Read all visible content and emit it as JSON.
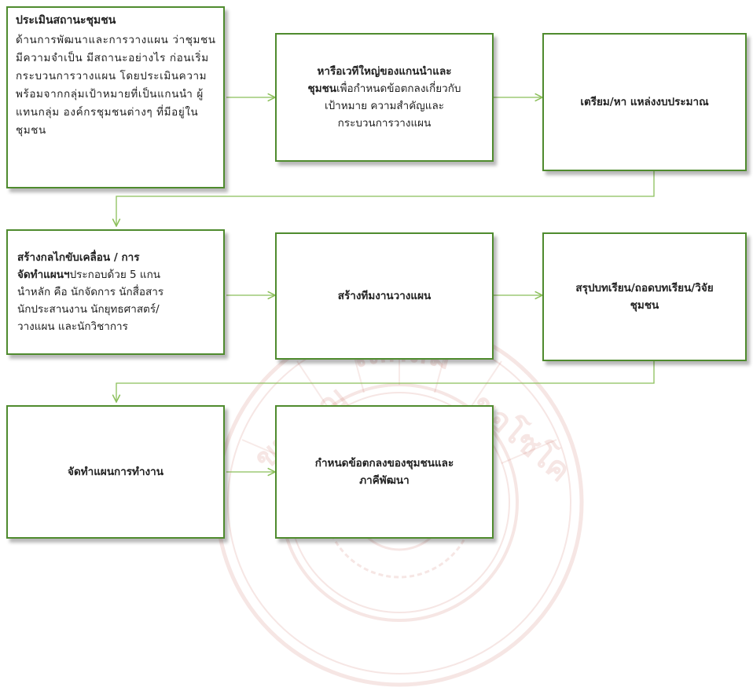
{
  "watermark": {
    "text_top": "โลกสม",
    "text_left": "ขุนหาญ",
    "text_right": "ขอโซโค",
    "color": "#b8412f"
  },
  "colors": {
    "box_border": "#4f8b2e",
    "arrow": "#8bbf5a"
  },
  "nodes": {
    "assess": {
      "title": "ประเมินสถานะชุมชน",
      "body": "ด้านการพัฒนาและการวางแผน ว่าชุมชนมีความจำเป็น มีสถานะอย่างไร ก่อนเริ่มกระบวนการวางแผน โดยประเมินความพร้อมจากกลุ่มเป้าหมายที่เป็นแกนนำ ผู้แทนกลุ่ม องค์กรชุมชนต่างๆ ที่มีอยู่ในชุมชน"
    },
    "consult": {
      "bold_line1": "หารือเวทีใหญ่ของแกนนำและ",
      "bold_line2": "ชุมชน",
      "text_line2": "เพื่อกำหนดข้อตกลงเกี่ยวกับ",
      "line3": "เป้าหมาย ความสำคัญและ",
      "line4": "กระบวนการวางแผน"
    },
    "budget": {
      "label": "เตรียม/หา แหล่งงบประมาณ"
    },
    "mechanism": {
      "bold_line1": "สร้างกลไกขับเคลื่อน / การ",
      "bold_line2": "จัดทำแผนฯ",
      "text_line2": "ประกอบด้วย 5 แกน",
      "line3": "นำหลัก คือ นักจัดการ นักสื่อสาร",
      "line4": "นักประสานงาน นักยุทธศาสตร์/",
      "line5": "วางแผน และนักวิชาการ"
    },
    "team": {
      "label": "สร้างทีมงานวางแผน"
    },
    "summary": {
      "line1": "สรุปบทเรียน/ถอดบทเรียน/วิจัย",
      "line2": "ชุมชน"
    },
    "workplan": {
      "label": "จัดทำแผนการทำงาน"
    },
    "agreement": {
      "line1": "กำหนดข้อตกลงของชุมชนและ",
      "line2": "ภาคีพัฒนา"
    }
  }
}
